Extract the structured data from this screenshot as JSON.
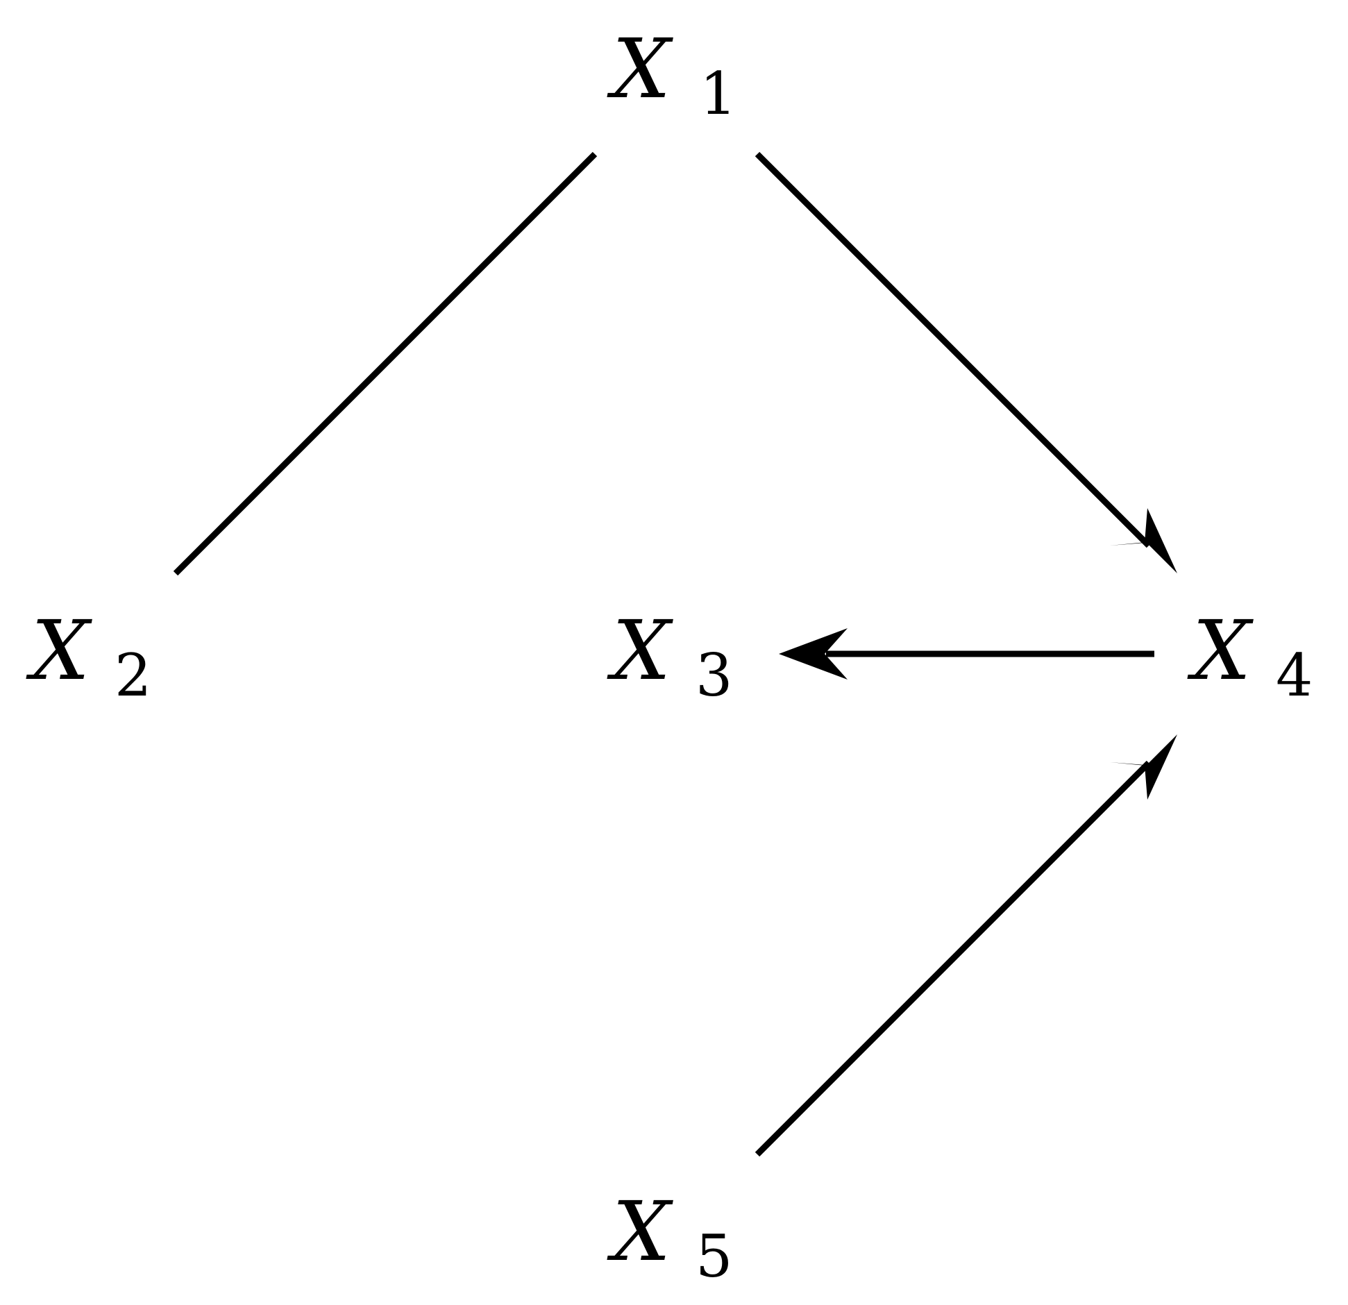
{
  "diagram": {
    "type": "graph",
    "nodes": [
      {
        "id": "x1",
        "letter": "X",
        "subscript": "1"
      },
      {
        "id": "x2",
        "letter": "X",
        "subscript": "2"
      },
      {
        "id": "x3",
        "letter": "X",
        "subscript": "3"
      },
      {
        "id": "x4",
        "letter": "X",
        "subscript": "4"
      },
      {
        "id": "x5",
        "letter": "X",
        "subscript": "5"
      }
    ],
    "edges": [
      {
        "from": "x1",
        "to": "x2",
        "directed": false
      },
      {
        "from": "x1",
        "to": "x4",
        "directed": true
      },
      {
        "from": "x4",
        "to": "x3",
        "directed": true
      },
      {
        "from": "x5",
        "to": "x4",
        "directed": true
      }
    ],
    "colors": {
      "stroke": "#000000",
      "text": "#000000",
      "background": "#ffffff"
    }
  }
}
